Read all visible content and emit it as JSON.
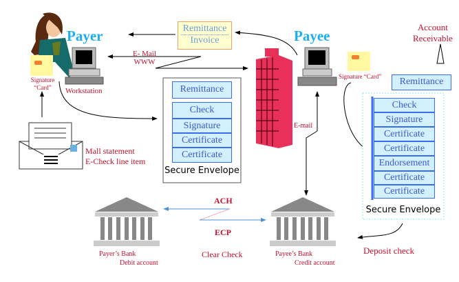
{
  "payer": {
    "label": "Payer",
    "workstation": "Workstation",
    "card": [
      "Signature",
      "“Card”"
    ]
  },
  "payee": {
    "label": "Payee",
    "card": "Signature “Card”"
  },
  "invoice": {
    "line1": "Remittance",
    "line2": "Invoice"
  },
  "channel": {
    "line1": "E- Mail",
    "line2": "WWW"
  },
  "left_envelope": {
    "items": [
      "Remittance",
      "Check",
      "Signature",
      "Certificate",
      "Certificate"
    ],
    "title": "Secure Envelope"
  },
  "right_envelope": {
    "items": [
      "Check",
      "Signature",
      "Certificate",
      "Certificate",
      "Endorsement",
      "Certificate",
      "Certificate"
    ],
    "title": "Secure Envelope"
  },
  "ar": {
    "line1": "Account",
    "line2": "Receivable",
    "remittance": "Remittance"
  },
  "statement": {
    "line1": "Mall statement",
    "line2": "E-Check line item"
  },
  "email": "E-mail",
  "banks": {
    "payer": {
      "name": "Payer’s Bank",
      "sub": "Debit account"
    },
    "payee": {
      "name": "Payee’s Bank",
      "sub": "Credit account"
    }
  },
  "clearing": {
    "ach": "ACH",
    "ecp": "ECP",
    "clear": "Clear Check"
  },
  "deposit": "Deposit check",
  "colors": {
    "title": "#1ab0f0",
    "label": "#c8102e",
    "box_fill": "#d3f0ff",
    "box_border": "#3a6cf0",
    "building": "#e8305a"
  }
}
